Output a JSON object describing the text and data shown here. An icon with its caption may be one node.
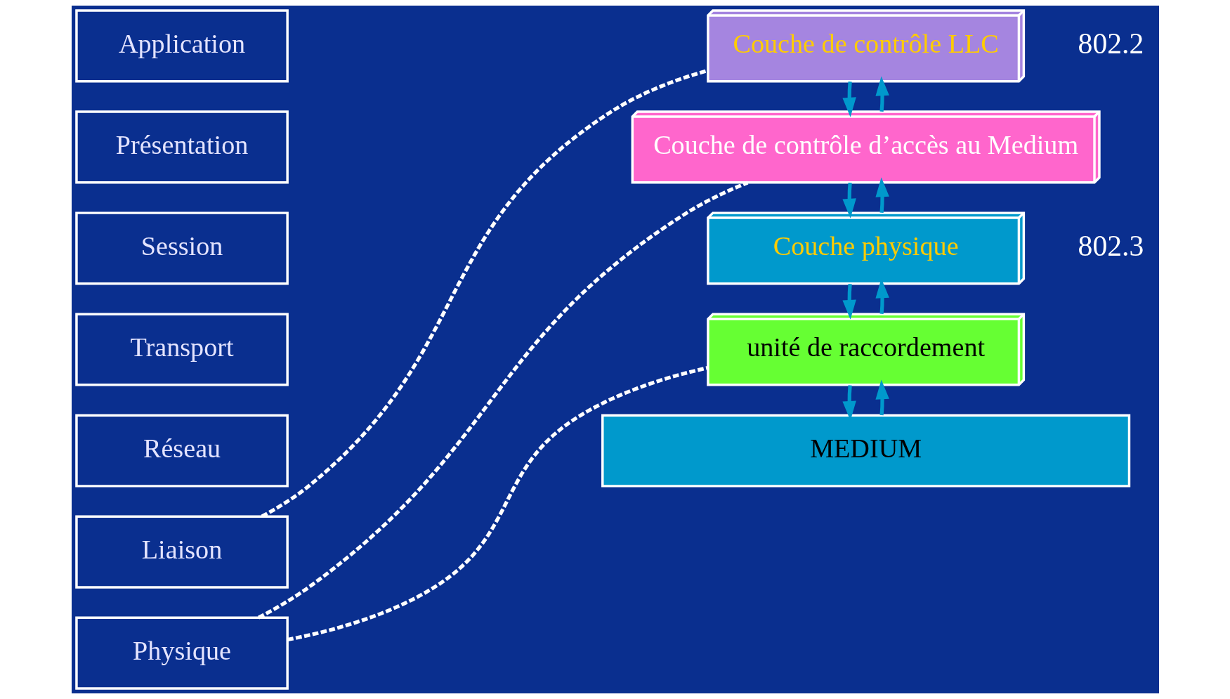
{
  "diagram": {
    "nodes": [
      {
        "text": [
          "Application"
        ]
      },
      {
        "text": [
          "Présentation"
        ]
      },
      {
        "text": [
          "Session"
        ]
      },
      {
        "text": [
          "Transport"
        ]
      },
      {
        "text": [
          "Réseau"
        ]
      },
      {
        "text": [
          "Liaison"
        ]
      },
      {
        "text": [
          "Physique"
        ]
      },
      {
        "text": [
          "Couche de contrôle LLC"
        ]
      },
      {
        "text": [
          "Couche de contrôle d’accès au Medium"
        ]
      },
      {
        "text": [
          "Couche physique"
        ]
      },
      {
        "text": [
          "unité de raccordement"
        ]
      },
      {
        "text": [
          "MEDIUM"
        ]
      }
    ],
    "edges": [
      {
        "from": 5,
        "to": 7,
        "arrow": "none",
        "style": "dashed",
        "color": "#ffffff"
      },
      {
        "from": 6,
        "to": 8,
        "arrow": "none",
        "style": "dashed",
        "color": "#ffffff"
      },
      {
        "from": 6,
        "to": 10,
        "arrow": "none",
        "style": "dashed",
        "color": "#ffffff"
      },
      {
        "from": 8,
        "to": 7,
        "arrow": "to"
      },
      {
        "from": 7,
        "to": 8,
        "arrow": "to"
      },
      {
        "from": 9,
        "to": 8,
        "arrow": "to"
      },
      {
        "from": 8,
        "to": 9,
        "arrow": "to"
      },
      {
        "from": 10,
        "to": 9,
        "arrow": "to"
      },
      {
        "from": 9,
        "to": 10,
        "arrow": "to"
      },
      {
        "from": 11,
        "to": 10,
        "arrow": "to"
      },
      {
        "from": 10,
        "to": 11,
        "arrow": "to"
      }
    ],
    "labels": [
      "802.2",
      "802.3"
    ]
  }
}
